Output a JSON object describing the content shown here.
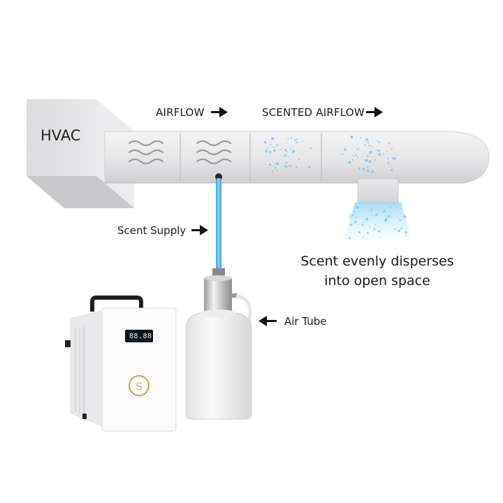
{
  "labels": {
    "hvac": "HVAC",
    "airflow": "AIRFLOW",
    "scented_airflow": "SCENTED AIRFLOW",
    "scent_supply": "Scent Supply",
    "air_tube": "Air Tube",
    "disperse_line1": "Scent evenly disperses",
    "disperse_line2": "into open space"
  },
  "device": {
    "display_reading": "88.88"
  },
  "icons": {
    "arrow_right": "arrow-right-icon",
    "arrow_left": "arrow-left-icon",
    "airflow_waves": "wave-icon"
  },
  "colors": {
    "tube_blue": "#6ec0ea",
    "duct_grey": "#e4e4e6",
    "scent_dots": "#7fc3e8",
    "logo_gold": "#c9a45a"
  }
}
